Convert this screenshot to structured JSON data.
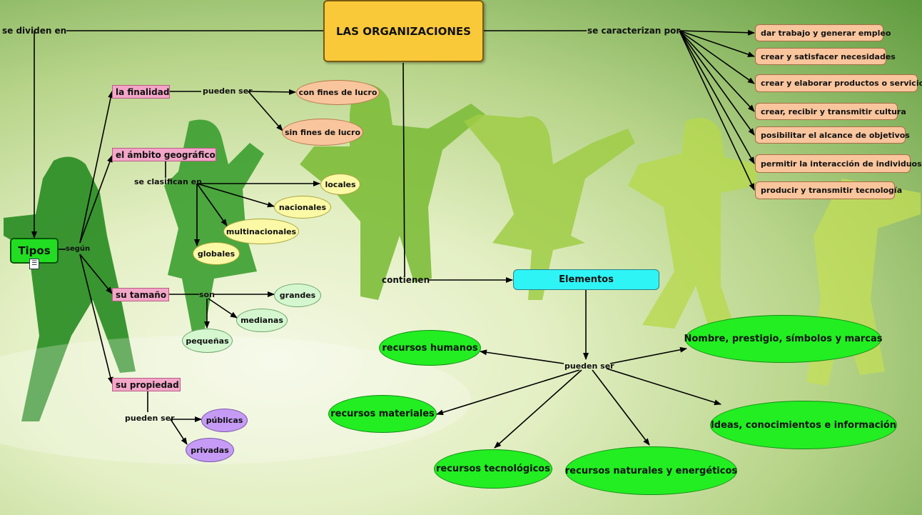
{
  "title": "LAS ORGANIZACIONES",
  "links": {
    "se_dividen_en": "se dividen en",
    "se_caracterizan_por": "se caracterizan por",
    "contienen": "contienen",
    "segun": "según",
    "finalidad_pueden_ser": "pueden ser",
    "ambito_se_clasifican_en": "se clasifican en",
    "tamano_son": "son",
    "propiedad_pueden_ser": "pueden ser",
    "elementos_pueden_ser": "pueden ser"
  },
  "tipos": {
    "label": "Tipos",
    "note_icon": "document-icon",
    "criteria": {
      "finalidad": {
        "label": "la finalidad",
        "values": [
          "con fines de lucro",
          "sin fines de lucro"
        ]
      },
      "ambito": {
        "label": "el ámbito geográfico",
        "values": [
          "locales",
          "nacionales",
          "multinacionales",
          "globales"
        ]
      },
      "tamano": {
        "label": "su tamaño",
        "values": [
          "grandes",
          "medianas",
          "pequeñas"
        ]
      },
      "propiedad": {
        "label": "su propiedad",
        "values": [
          "públicas",
          "privadas"
        ]
      }
    }
  },
  "caracteristicas": [
    "dar trabajo y generar empleo",
    "crear y satisfacer necesidades",
    "crear y elaborar productos o servicios",
    "crear, recibir y transmitir cultura",
    "posibilitar  el alcance de objetivos",
    "permitir la interacción de individuos",
    "producir y transmitir tecnología"
  ],
  "elementos": {
    "label": "Elementos",
    "values": [
      "recursos humanos",
      "recursos materiales",
      "recursos tecnológicos",
      "recursos naturales y energéticos",
      "Ideas, conocimientos e información",
      "Nombre, prestigio, símbolos y marcas"
    ]
  },
  "colors": {
    "root": "#f9c93a",
    "tipos": "#22dd22",
    "criteria": "#f3a6c8",
    "caracteristicas": "#f9c59d",
    "elementos": "#2ef4f6",
    "recursos": "#22ee22",
    "ambito_values": "#fbf9a6",
    "tamano_values": "#d4f7d0",
    "propiedad_values": "#c59bf5"
  }
}
